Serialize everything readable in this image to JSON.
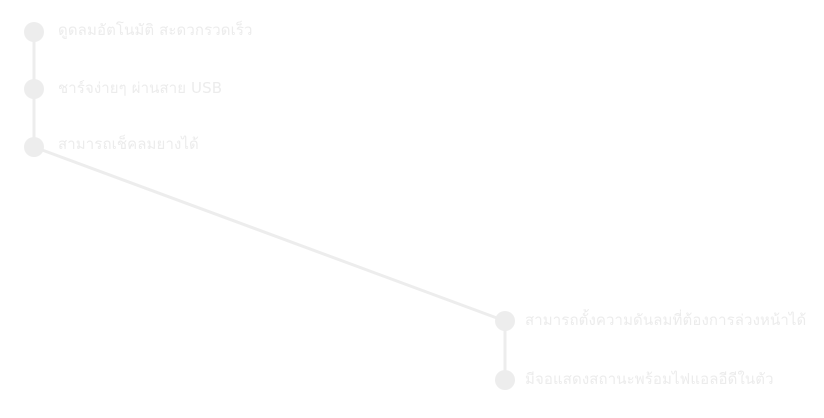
{
  "features": [
    {
      "label": "ดูดลมอัตโนมัติ สะดวกรวดเร็ว"
    },
    {
      "label": "ชาร์จง่ายๆ ผ่านสาย USB"
    },
    {
      "label": "สามารถเช็คลมยางได้"
    },
    {
      "label": "สามารถตั้งความดันลมที่ต้องการล่วงหน้าได้"
    },
    {
      "label": "มีจอแสดงสถานะพร้อมไฟแอลอีดีในตัว"
    }
  ],
  "colors": {
    "dot": "#ededed",
    "line": "#ededed",
    "text": "#ececec"
  }
}
